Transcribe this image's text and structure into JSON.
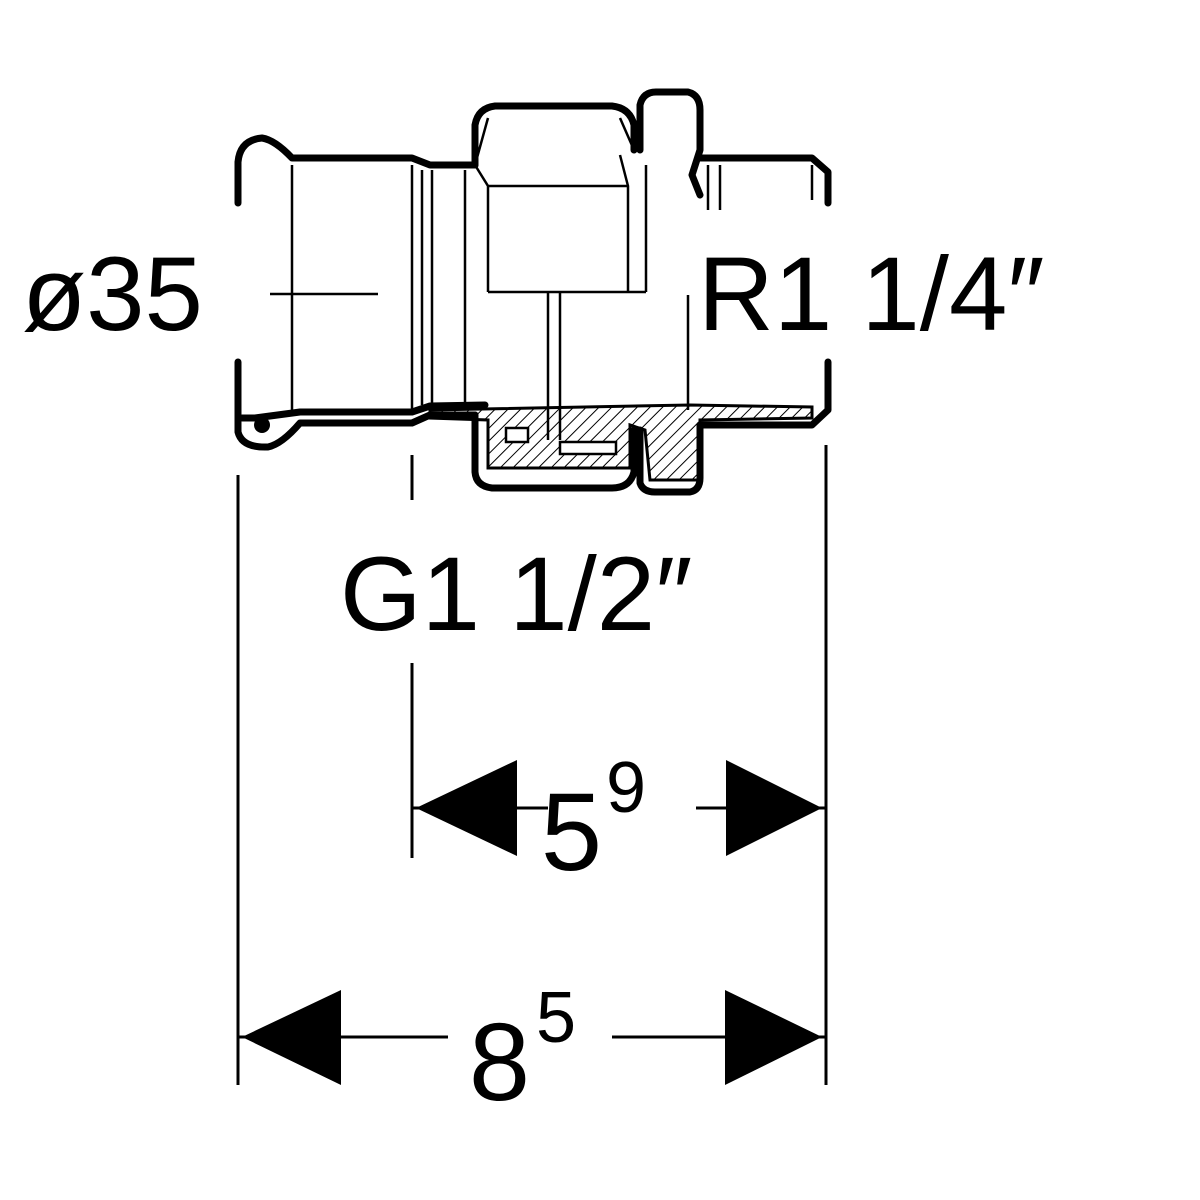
{
  "labels": {
    "pipe_diameter": "ø35",
    "male_thread": "R1 1/4″",
    "union_thread": "G1 1/2″"
  },
  "dimensions": {
    "inner": {
      "main": "5",
      "sup": "9"
    },
    "overall": {
      "main": "8",
      "sup": "5"
    }
  }
}
